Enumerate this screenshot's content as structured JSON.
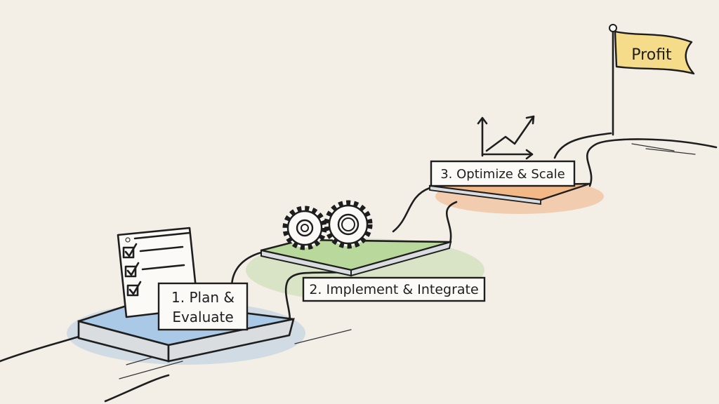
{
  "flag": {
    "label": "Profit",
    "color": "#f5dc8a"
  },
  "steps": [
    {
      "label_line1": "1. Plan &",
      "label_line2": "Evaluate",
      "color": "#8fb8dc",
      "icon": "checklist-icon"
    },
    {
      "label": "2. Implement & Integrate",
      "color": "#a8cf86",
      "icon": "gears-icon"
    },
    {
      "label": "3. Optimize & Scale",
      "color": "#f0a26a",
      "icon": "growth-chart-icon"
    }
  ],
  "background": "#f3efe6"
}
